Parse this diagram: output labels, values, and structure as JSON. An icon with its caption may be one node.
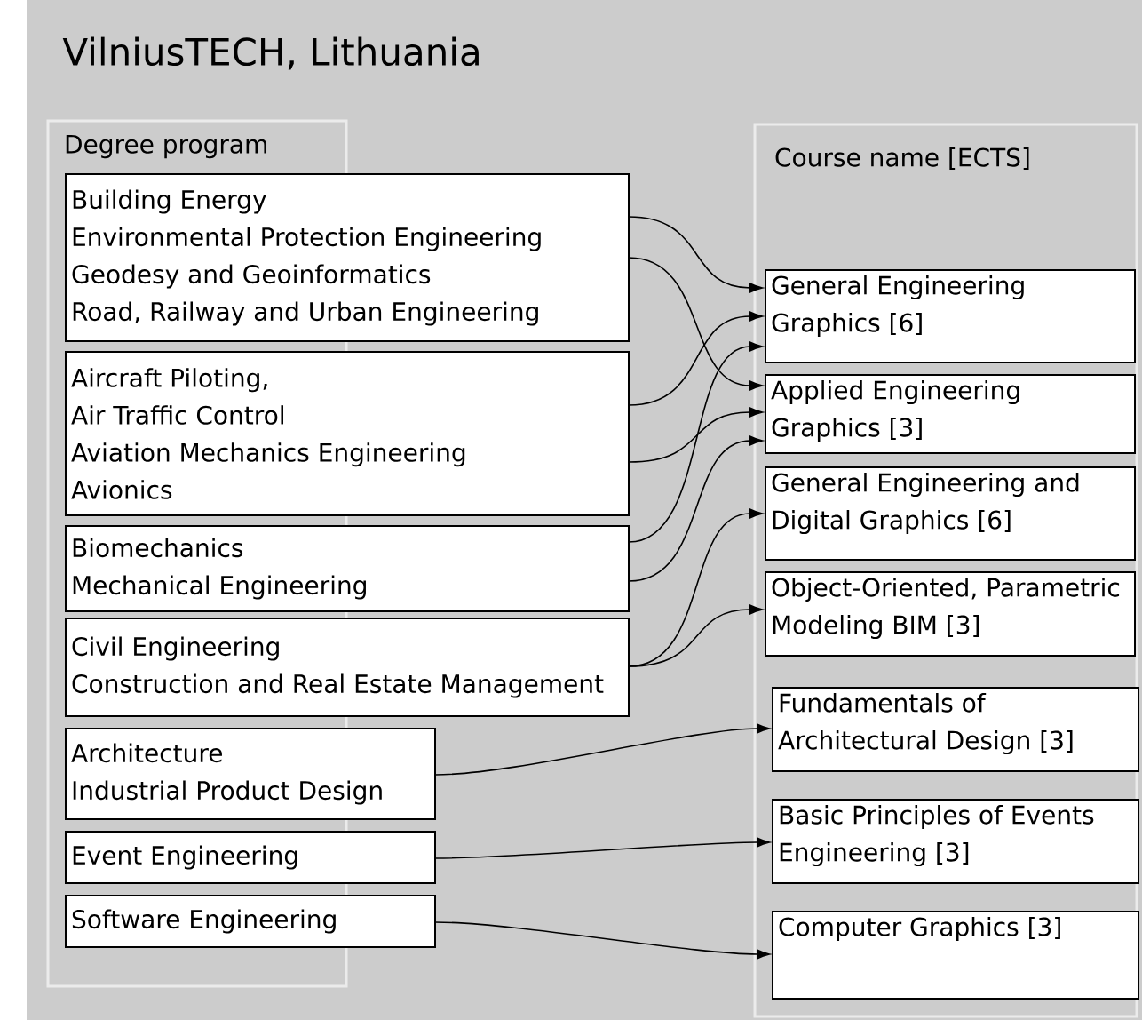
{
  "diagram": {
    "title": "VilniusTECH, Lithuania",
    "nodes": [
      {
        "text": [
          "Degree program"
        ]
      },
      {
        "text": [
          "Building Energy",
          "Environmental Protection Engineering",
          "Geodesy and Geoinformatics",
          "Road, Railway and Urban Engineering"
        ]
      },
      {
        "text": [
          "Aircraft Piloting,",
          "Air Traffic Control",
          "Aviation Mechanics Engineering",
          "Avionics"
        ]
      },
      {
        "text": [
          "Biomechanics",
          "Mechanical Engineering"
        ]
      },
      {
        "text": [
          "Civil Engineering",
          "Construction and Real Estate Management"
        ]
      },
      {
        "text": [
          "Architecture",
          "Industrial Product Design"
        ]
      },
      {
        "text": [
          "Event Engineering"
        ]
      },
      {
        "text": [
          "Software Engineering"
        ]
      },
      {
        "text": [
          "Course name [ECTS]"
        ]
      },
      {
        "text": [
          "General Engineering Graphics [6]"
        ],
        "in": 8
      },
      {
        "text": [
          "Applied Engineering Graphics [3]"
        ],
        "in": 8
      },
      {
        "text": [
          "General Engineering and Digital Graphics [6]"
        ],
        "in": 8
      },
      {
        "text": [
          "Object-Oriented, Parametric Modeling BIM [3]"
        ],
        "in": 8
      },
      {
        "text": [
          "Fundamentals of Architectural Design [3]"
        ],
        "in": 8
      },
      {
        "text": [
          "Basic Principles of Events Engineering [3]"
        ],
        "in": 8
      },
      {
        "text": [
          "Computer Graphics [3]"
        ],
        "in": 8
      }
    ],
    "edges": [
      {
        "from": 1,
        "to": 9,
        "arrow": "to"
      },
      {
        "from": 1,
        "to": 10,
        "arrow": "to"
      },
      {
        "from": 2,
        "to": 9,
        "arrow": "to"
      },
      {
        "from": 2,
        "to": 10,
        "arrow": "to"
      },
      {
        "from": 3,
        "to": 9,
        "arrow": "to"
      },
      {
        "from": 3,
        "to": 10,
        "arrow": "to"
      },
      {
        "from": 4,
        "to": 11,
        "arrow": "to"
      },
      {
        "from": 4,
        "to": 12,
        "arrow": "to"
      },
      {
        "from": 5,
        "to": 13,
        "arrow": "to"
      },
      {
        "from": 6,
        "to": 14,
        "arrow": "to"
      },
      {
        "from": 7,
        "to": 15,
        "arrow": "to"
      }
    ]
  }
}
